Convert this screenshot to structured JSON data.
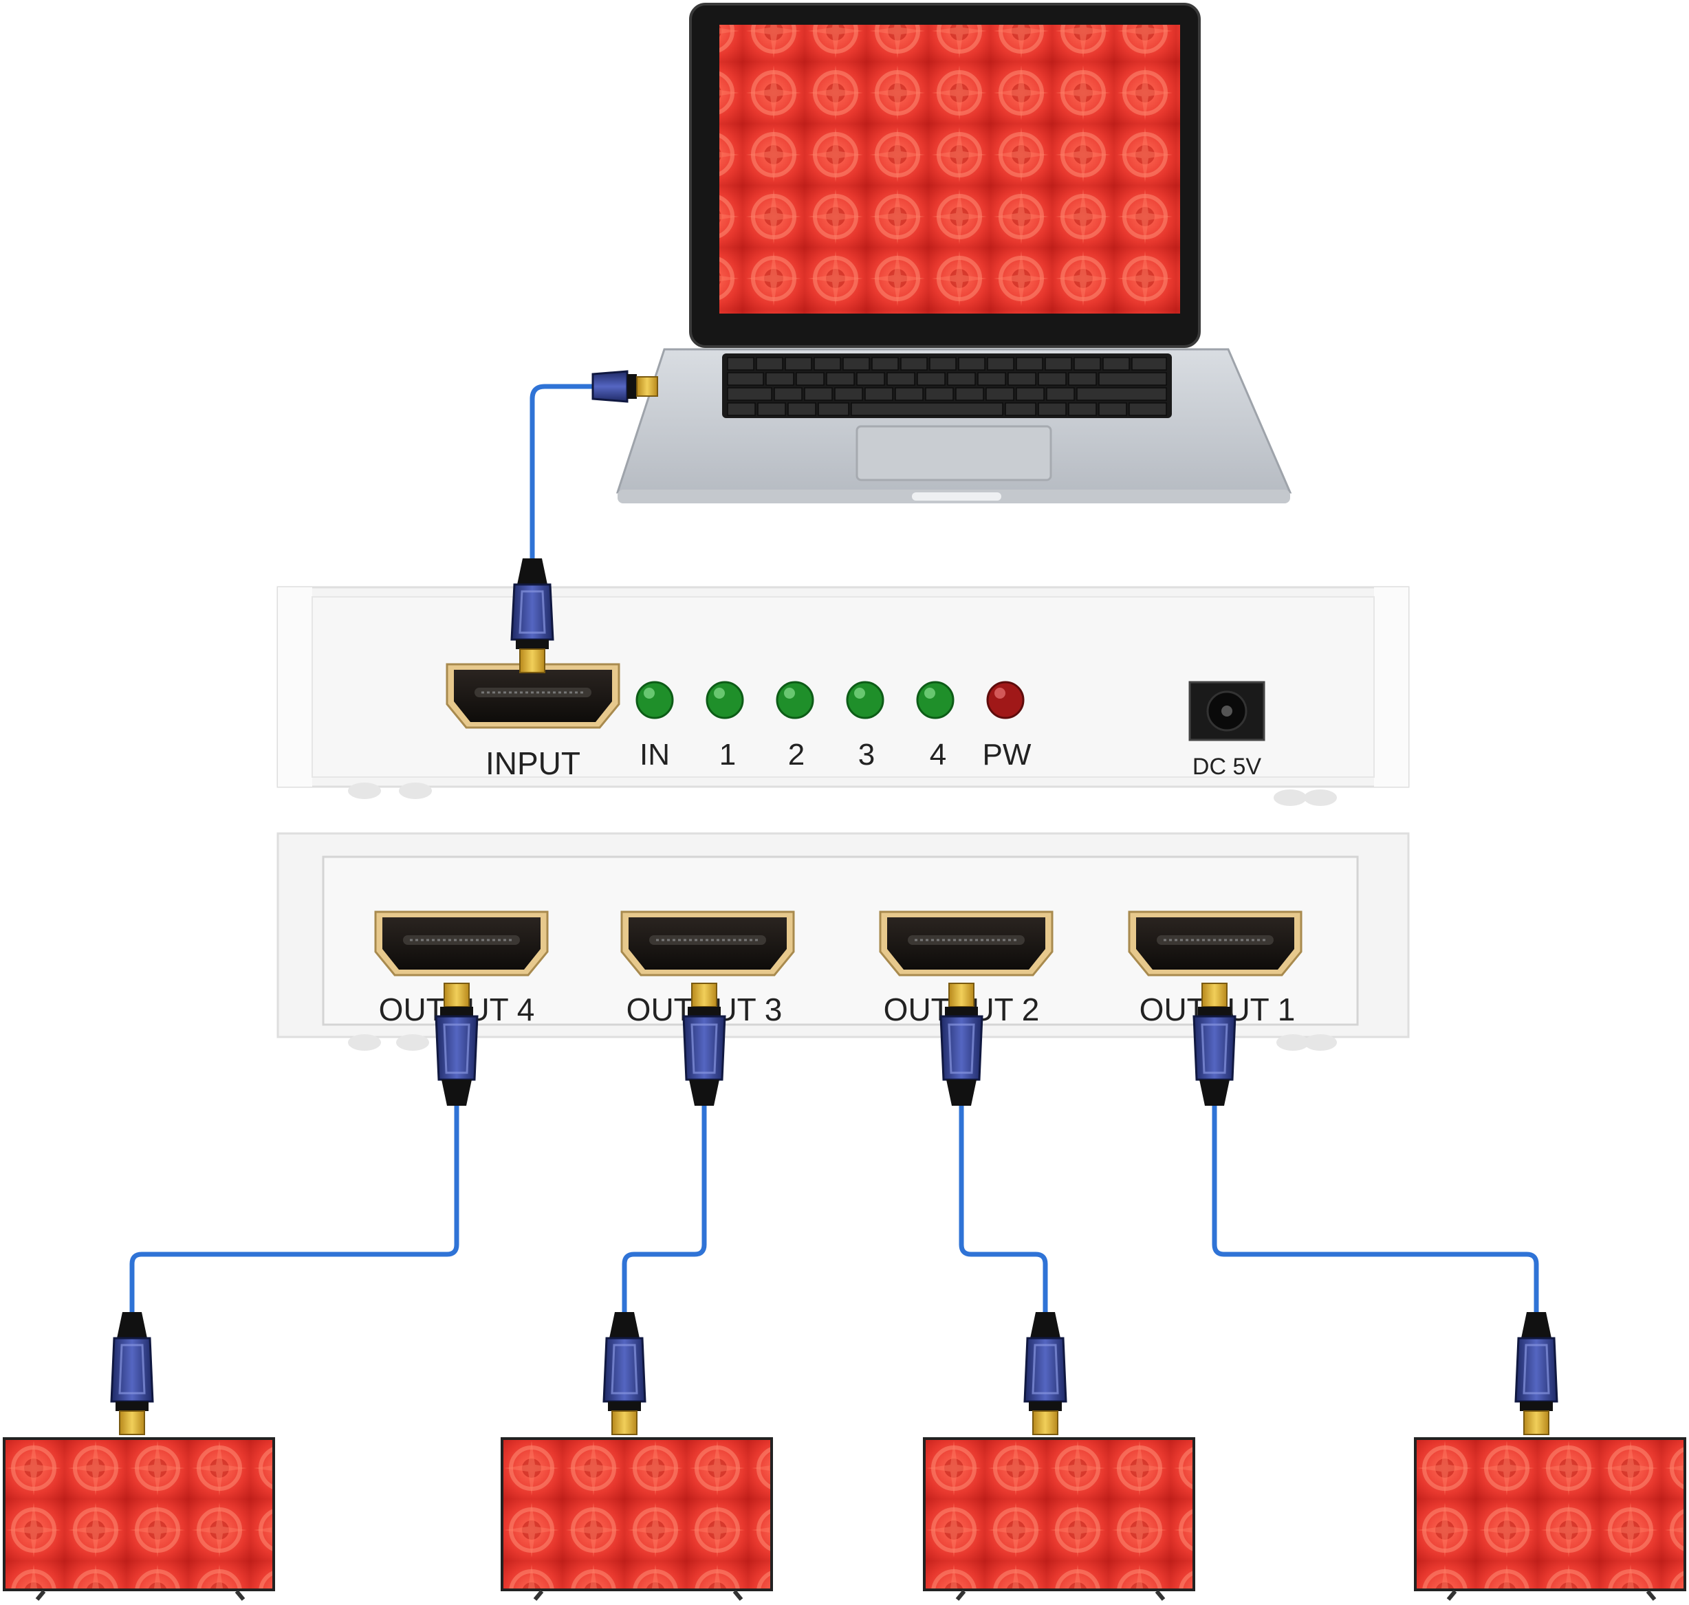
{
  "input_panel": {
    "input_label": "INPUT",
    "power_label": "DC 5V",
    "leds": [
      {
        "label": "IN",
        "color": "#1f8f2a"
      },
      {
        "label": "1",
        "color": "#1f8f2a"
      },
      {
        "label": "2",
        "color": "#1f8f2a"
      },
      {
        "label": "3",
        "color": "#1f8f2a"
      },
      {
        "label": "4",
        "color": "#1f8f2a"
      },
      {
        "label": "PW",
        "color": "#a01818"
      }
    ]
  },
  "output_panel": {
    "ports": [
      "OUTPUT 4",
      "OUTPUT 3",
      "OUTPUT 2",
      "OUTPUT 1"
    ]
  },
  "colors": {
    "cable": "#2f73d6",
    "connector": "#3a4a9a",
    "screen": "#e8382e",
    "device_body": "#f4f4f4"
  }
}
